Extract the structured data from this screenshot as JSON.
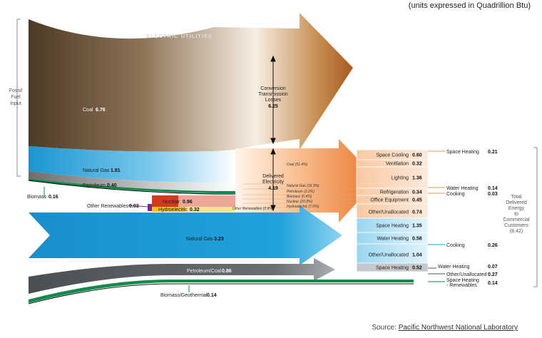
{
  "header": {
    "units": "(units expressed in Quadrillion Btu)"
  },
  "source": {
    "prefix": "Source:",
    "link": "Pacific Northwest National Laboratory"
  },
  "labels": {
    "electric_utilities": "ELECTRIC UTILITIES",
    "fossil_fuel_input": [
      "Fossil",
      "Fuel",
      "Input"
    ],
    "conversion_losses": [
      "Conversion",
      "Transmission",
      "Losses"
    ],
    "delivered_electricity": [
      "Delivered",
      "Electricity"
    ],
    "total_delivered": [
      "Total",
      "Delivered",
      "Energy",
      "to",
      "Commercial",
      "Customers"
    ]
  },
  "values": {
    "conversion_losses": "6.25",
    "delivered_electricity": "4.19",
    "total_delivered": "(8.42)"
  },
  "inputs": {
    "coal": {
      "label": "Coal",
      "value": "6.76"
    },
    "natural_gas_util": {
      "label": "Natural Gas",
      "value": "1.81"
    },
    "petroleum_util": {
      "label": "Petroleum",
      "value": "0.40"
    },
    "biomass_util": {
      "label": "Biomass",
      "value": "0.16"
    },
    "nuclear": {
      "label": "Nuclear",
      "value": "0.96"
    },
    "hydro": {
      "label": "Hydroelectric",
      "value": "0.32"
    },
    "other_renew": {
      "label": "Other Renewables",
      "value": "0.03"
    },
    "natural_gas": {
      "label": "Natural Gas",
      "value": "3.23"
    },
    "petroleum_coal": {
      "label": "Petroleum/Coal",
      "value": "0.86"
    },
    "biomass_geo": {
      "label": "Biomass/Geothermal",
      "value": "0.14"
    }
  },
  "elec_mix": [
    {
      "label": "Coal",
      "pct": "(51.4%)"
    },
    {
      "label": "Natural Gas",
      "pct": "(16.3%)"
    },
    {
      "label": "Petroleum",
      "pct": "(2.2%)"
    },
    {
      "label": "Biomass",
      "pct": "(0.4%)"
    },
    {
      "label": "Nuclear",
      "pct": "(20.8%)"
    },
    {
      "label": "Hydroelectric",
      "pct": "(7.0%)"
    },
    {
      "label": "Other Renewables",
      "pct": "(0.8%)"
    }
  ],
  "elec_uses": [
    {
      "label": "Space Cooling",
      "value": "0.60"
    },
    {
      "label": "Ventilation",
      "value": "0.32"
    },
    {
      "label": "Lighting",
      "value": "1.36"
    },
    {
      "label": "Refrigeration",
      "value": "0.34"
    },
    {
      "label": "Office Equipment",
      "value": "0.45"
    },
    {
      "label": "Other/Unallocated",
      "value": "0.74"
    }
  ],
  "gas_uses": [
    {
      "label": "Space Heating",
      "value": "1.35"
    },
    {
      "label": "Water Heating",
      "value": "0.58"
    },
    {
      "label": "Other/Unallocated",
      "value": "1.04"
    }
  ],
  "pet_uses": [
    {
      "label": "Space Heating",
      "value": "0.52"
    }
  ],
  "right_labels": [
    {
      "label": "Space Heating",
      "value": "0.21"
    },
    {
      "label": "Water Heating",
      "value": "0.14"
    },
    {
      "label": "Cooking",
      "value": "0.03"
    },
    {
      "label": "Cooking",
      "value": "0.26"
    },
    {
      "label": "Water Heating",
      "value": "0.07"
    },
    {
      "label": "Other/Unallocated",
      "value": "0.27"
    },
    {
      "label": "Space Heating\n- Renewables",
      "value": "0.14"
    }
  ],
  "colors": {
    "coal": "#6e5232",
    "gas": "#1c9ad6",
    "petroleum": "#555a5f",
    "biomass": "#0f8a4a",
    "nuclear": "#d23a1c",
    "hydro": "#f2c21a",
    "other": "#7b2a8c",
    "electricity": "#ee8a3c"
  }
}
